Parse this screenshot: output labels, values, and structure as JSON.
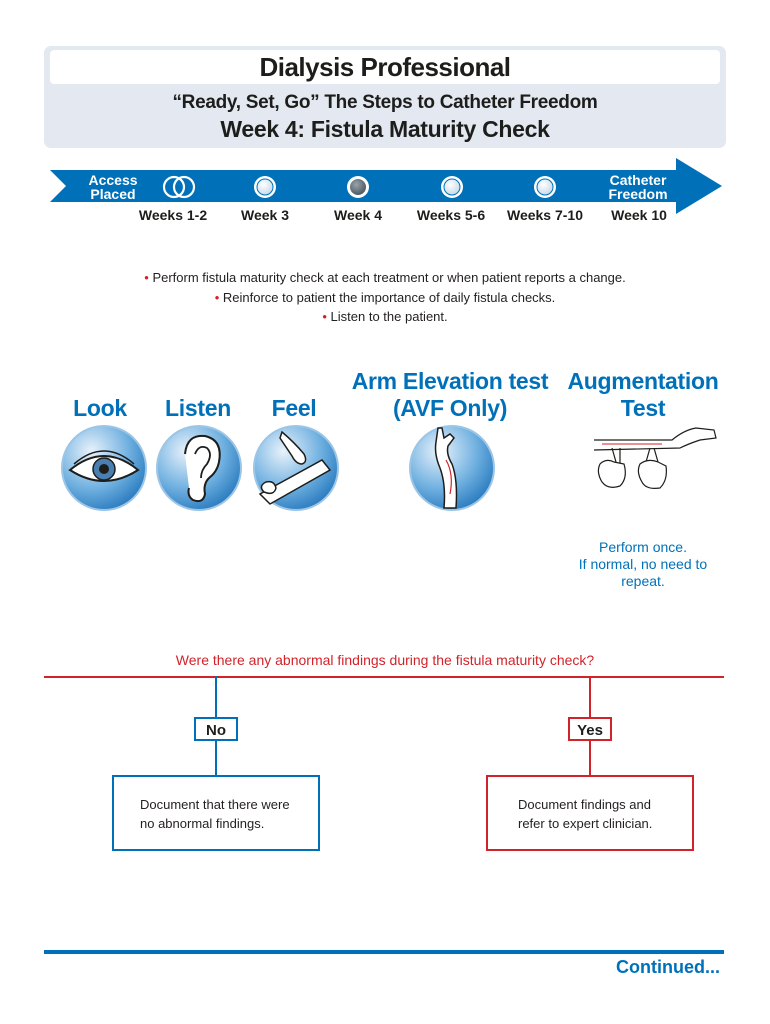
{
  "header": {
    "title": "Dialysis Professional",
    "subtitle": "“Ready, Set, Go” The Steps to Catheter Freedom",
    "week_title": "Week 4: Fistula Maturity Check"
  },
  "timeline": {
    "start_label_line1": "Access",
    "start_label_line2": "Placed",
    "end_label_line1": "Catheter",
    "end_label_line2": "Freedom",
    "weeks": [
      "Weeks 1-2",
      "Week 3",
      "Week 4",
      "Weeks 5-6",
      "Weeks 7-10",
      "Week 10"
    ],
    "colors": {
      "arrow": "#0071b9",
      "current_week_dot": "#5b6770"
    }
  },
  "bullets": [
    "Perform fistula maturity check at each treatment or when patient reports a change.",
    "Reinforce to patient the importance of daily fistula checks.",
    "Listen to the patient."
  ],
  "methods": {
    "look": "Look",
    "listen": "Listen",
    "feel": "Feel",
    "arm_elevation_line1": "Arm Elevation test",
    "arm_elevation_line2": "(AVF Only)",
    "augmentation_line1": "Augmentation",
    "augmentation_line2": "Test",
    "icons": [
      "eye-icon",
      "ear-icon",
      "hand-on-arm-icon",
      "raised-arm-icon",
      "augmentation-test-illustration"
    ]
  },
  "augmentation_note": {
    "line1": "Perform once.",
    "line2": "If normal, no need to",
    "line3": "repeat."
  },
  "decision": {
    "question": "Were there any abnormal findings during the fistula maturity check?",
    "no_label": "No",
    "yes_label": "Yes",
    "no_action_line1": "Document that there were",
    "no_action_line2": "no abnormal findings.",
    "yes_action_line1": "Document findings and",
    "yes_action_line2": "refer to expert clinician."
  },
  "footer": {
    "continued": "Continued..."
  },
  "colors": {
    "blue": "#0071b9",
    "red": "#d2232a",
    "header_bg": "#e3e8f1"
  }
}
